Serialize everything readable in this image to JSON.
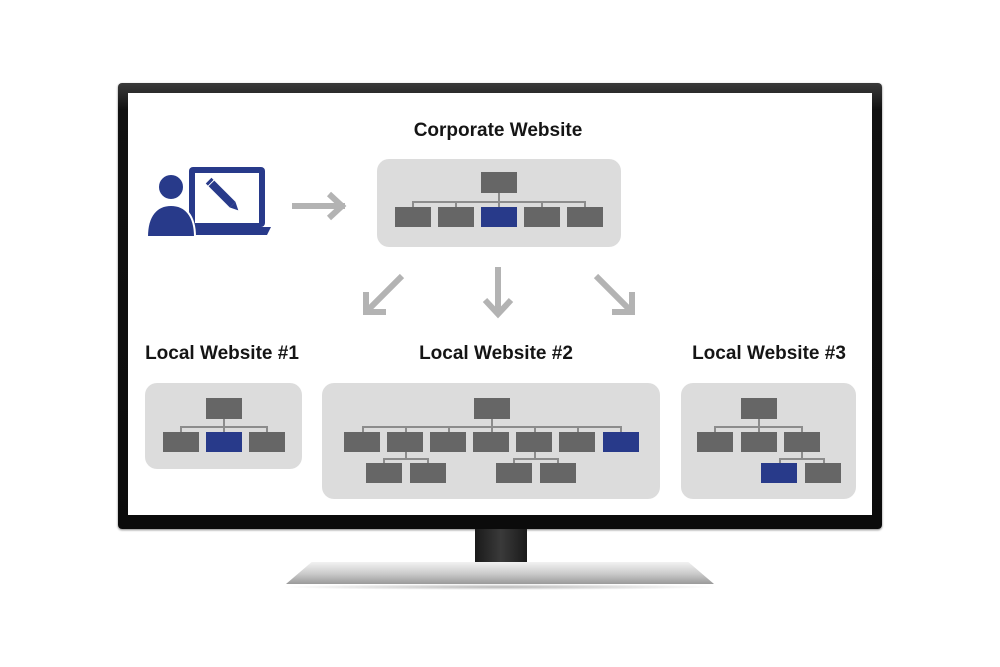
{
  "titles": {
    "corporate": "Corporate Website",
    "local1": "Local Website #1",
    "local2": "Local Website #2",
    "local3": "Local Website #3"
  },
  "colors": {
    "node": "#666666",
    "highlight": "#283a8a",
    "panel": "#dcdcdc",
    "arrow": "#b3b3b3",
    "user_icon": "#283a8a"
  },
  "icons": {
    "editor": "user-laptop-pencil-icon",
    "arrow_right": "arrow-right-icon",
    "arrow_down_left": "arrow-down-left-icon",
    "arrow_down": "arrow-down-icon",
    "arrow_down_right": "arrow-down-right-icon"
  }
}
